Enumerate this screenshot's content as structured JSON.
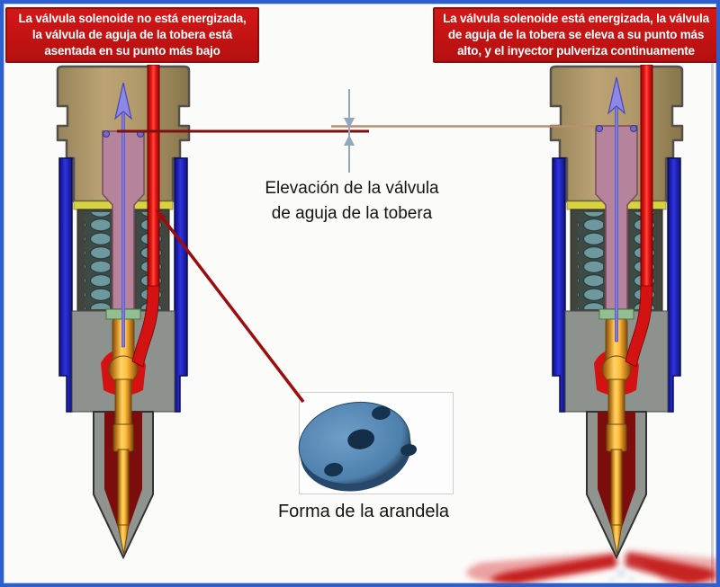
{
  "banners": {
    "left": "La válvula solenoide no está energizada,\nla válvula de aguja de la tobera está\nasentada en su punto más bajo",
    "right": "La válvula solenoide está energizada, la válvula\nde aguja de la tobera se eleva a su punto más\nalto, y el inyector pulveriza continuamente"
  },
  "labels": {
    "elevation": "Elevación de la válvula\nde aguja de la tobera",
    "washer": "Forma de la arandela"
  },
  "icons": {
    "left_injector": "injector-cross-section-needle-seated",
    "right_injector": "injector-cross-section-needle-lifted-spraying",
    "washer": "washer-disc-with-holes",
    "lift_measure": "converging-arrows-lift-gap",
    "washer_pointer": "red-callout-arrow",
    "spray": "fuel-spray"
  },
  "colors": {
    "frame_blue": "#2d5fcf",
    "banner_red": "#c41414",
    "banner_border": "#8c0f0f",
    "banner_text": "#ffffff",
    "body_tan": "#b29a6a",
    "sleeve_blue": "#2d33e0",
    "spring_housing": "#41453e",
    "coil_teal": "#6d989e",
    "stem_pink": "#b5839b",
    "band_yellow": "#d8d343",
    "band_green": "#94bd94",
    "needle_gold": "#ffd466",
    "fuel_red": "#d51212",
    "fuel_dark_red": "#7c0d0d",
    "nozzle_gray": "#90948f",
    "washer_blue": "#4e80ad",
    "annotation_dark_red": "#9c0f0f",
    "measure_blue_gray": "#90a7bd"
  }
}
